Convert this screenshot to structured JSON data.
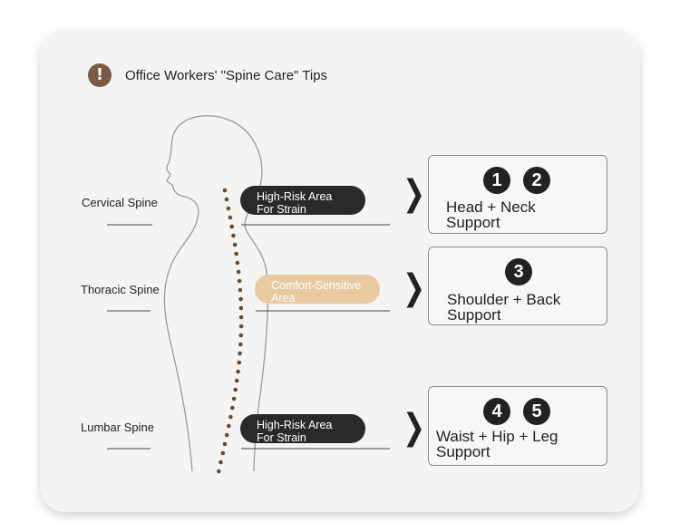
{
  "header": {
    "title": "Office Workers' \"Spine Care\" Tips",
    "icon": "alert-icon",
    "icon_glyph": "!"
  },
  "spine_labels": [
    {
      "label": "Cervical Spine"
    },
    {
      "label": "Thoracic Spine"
    },
    {
      "label": "Lumbar Spine"
    }
  ],
  "pills": [
    {
      "line1": "High-Risk Area",
      "line2": "For Strain",
      "style": "dark"
    },
    {
      "line1": "Comfort-Sensitive",
      "line2": "Area",
      "style": "tan"
    },
    {
      "line1": "High-Risk Area",
      "line2": "For Strain",
      "style": "dark"
    }
  ],
  "boxes": [
    {
      "numbers": [
        "1",
        "2"
      ],
      "line1": "Head + Neck",
      "line2": "Support"
    },
    {
      "numbers": [
        "3"
      ],
      "line1": "Shoulder + Back",
      "line2": "Support"
    },
    {
      "numbers": [
        "4",
        "5"
      ],
      "line1": "Waist + Hip + Leg",
      "line2": "Support"
    }
  ],
  "colors": {
    "icon": "#7a5a45",
    "dark_pill": "#2a2a2a",
    "tan_pill": "#e8c9a0",
    "spine_dots": "#6b4a2e"
  }
}
